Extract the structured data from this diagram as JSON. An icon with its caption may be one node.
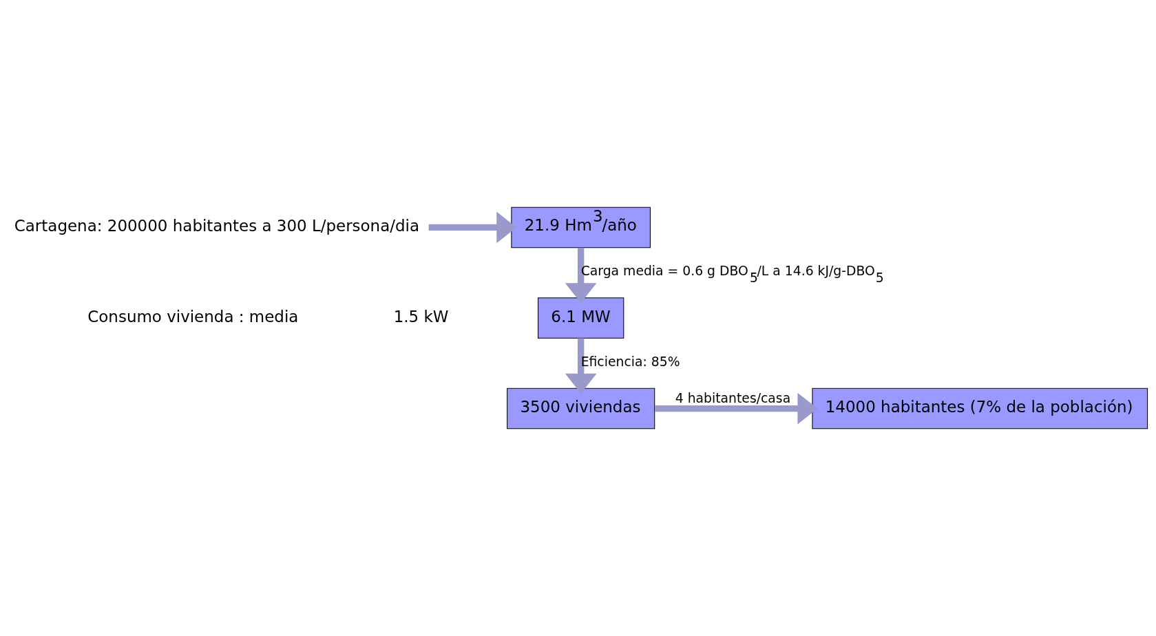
{
  "diagram": {
    "nodes": [
      {
        "text": [
          "Cartagena: 200000 habitantes a 300 L/persona/dia"
        ]
      },
      {
        "text": [
          "21.9 Hm$^{3}$/año"
        ]
      },
      {
        "text": [
          "6.1 MW"
        ]
      },
      {
        "text": [
          "3500 viviendas"
        ]
      },
      {
        "text": [
          "14000 habitantes (7% de la población)"
        ]
      }
    ],
    "edges": [
      {
        "from": 0,
        "to": 1,
        "arrow": "to"
      },
      {
        "from": 1,
        "to": 2,
        "arrow": "to",
        "label": "Carga media = 0.6 g DBO$_{5}$/L a 14.6 kJ/g-DBO$_{5}$"
      },
      {
        "from": 2,
        "to": 3,
        "arrow": "to",
        "label": "Eficiencia: 85%"
      },
      {
        "from": 3,
        "to": 4,
        "arrow": "to",
        "label": "4 habitantes/casa"
      }
    ],
    "labels": [
      "Consumo vivienda : media",
      "1.5 kW"
    ]
  }
}
